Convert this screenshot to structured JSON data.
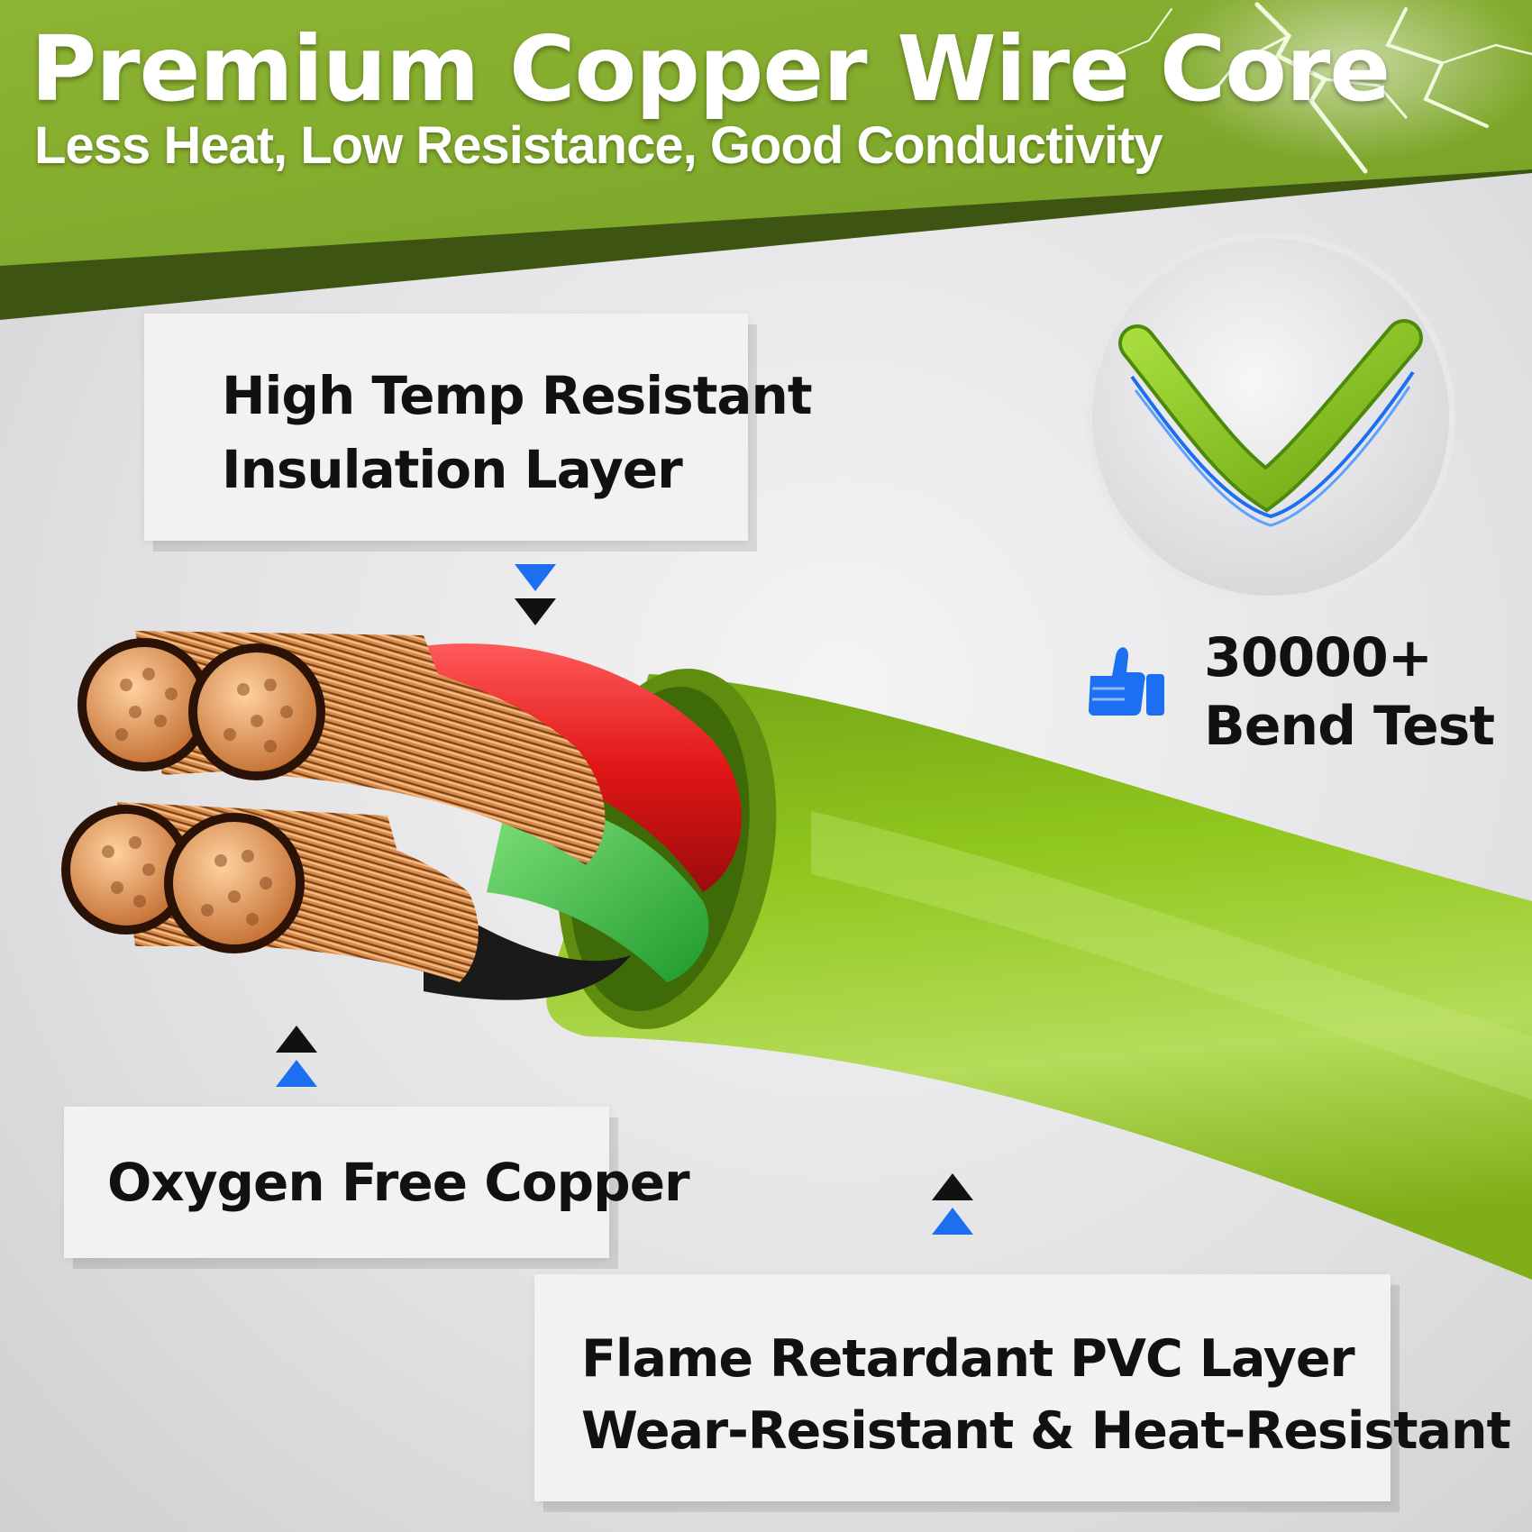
{
  "header": {
    "title": "Premium Copper Wire Core",
    "subtitle": "Less Heat, Low Resistance, Good Conductivity"
  },
  "callouts": {
    "insulation": {
      "line1": "High Temp Resistant",
      "line2": "Insulation Layer"
    },
    "copper": {
      "line1": "Oxygen Free Copper"
    },
    "pvc": {
      "line1": "Flame Retardant PVC Layer",
      "line2": "Wear-Resistant & Heat-Resistant"
    }
  },
  "bend_test": {
    "count": "30000+",
    "label": "Bend Test"
  },
  "icons": {
    "thumb": "thumbs-up-icon",
    "bend": "bend-cable-icon",
    "arrows": "double-triangle-arrow-icon",
    "lightning": "lightning-icon"
  },
  "colors": {
    "banner_green": "#86ad2f",
    "banner_dark": "#3e5412",
    "cable_green": "#8cc21a",
    "accent_blue": "#1d6ff2",
    "copper": "#d98a4e",
    "red_insulation": "#e21a1a"
  }
}
